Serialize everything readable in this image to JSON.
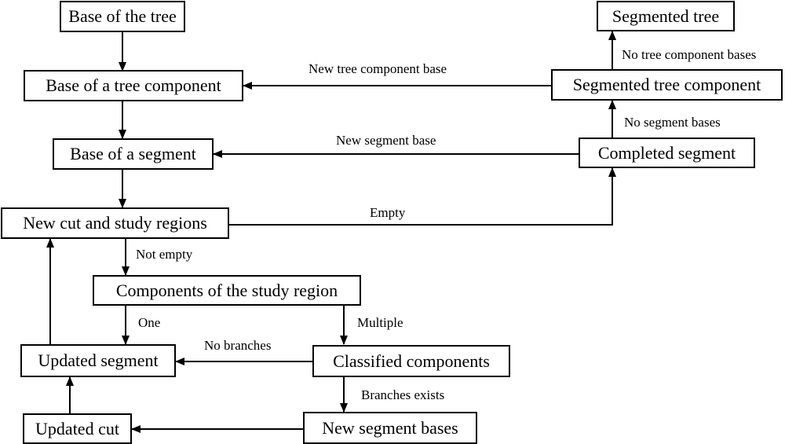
{
  "nodes": {
    "base_of_tree": "Base of the tree",
    "base_of_component": "Base of a tree component",
    "base_of_segment": "Base of a segment",
    "new_cut_study": "New cut and study regions",
    "components_study": "Components of the study region",
    "updated_segment": "Updated segment",
    "classified_components": "Classified components",
    "updated_cut": "Updated cut",
    "new_segment_bases": "New segment bases",
    "segmented_tree": "Segmented tree",
    "segmented_component": "Segmented tree component",
    "completed_segment": "Completed segment"
  },
  "edges": {
    "new_tree_component_base": "New tree component base",
    "no_tree_component_bases": "No tree component bases",
    "new_segment_base": "New segment base",
    "no_segment_bases": "No segment bases",
    "empty": "Empty",
    "not_empty": "Not empty",
    "one": "One",
    "multiple": "Multiple",
    "no_branches": "No branches",
    "branches_exists": "Branches exists"
  }
}
